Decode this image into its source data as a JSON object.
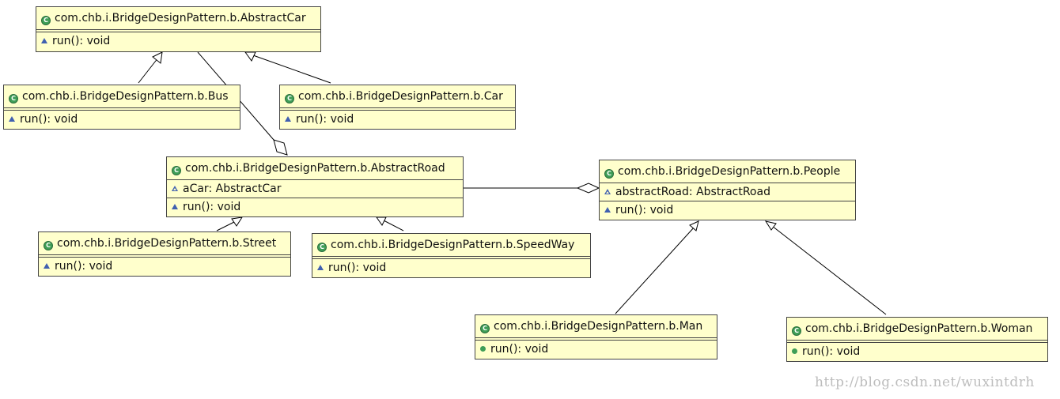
{
  "classes": {
    "abstract_car": {
      "name": "com.chb.i.BridgeDesignPattern.b.AbstractCar",
      "methods": [
        "run(): void"
      ]
    },
    "bus": {
      "name": "com.chb.i.BridgeDesignPattern.b.Bus",
      "methods": [
        "run(): void"
      ]
    },
    "car": {
      "name": "com.chb.i.BridgeDesignPattern.b.Car",
      "methods": [
        "run(): void"
      ]
    },
    "abstract_road": {
      "name": "com.chb.i.BridgeDesignPattern.b.AbstractRoad",
      "attributes": [
        "aCar: AbstractCar"
      ],
      "methods": [
        "run(): void"
      ]
    },
    "people": {
      "name": "com.chb.i.BridgeDesignPattern.b.People",
      "attributes": [
        "abstractRoad: AbstractRoad"
      ],
      "methods": [
        "run(): void"
      ]
    },
    "street": {
      "name": "com.chb.i.BridgeDesignPattern.b.Street",
      "methods": [
        "run(): void"
      ]
    },
    "speedway": {
      "name": "com.chb.i.BridgeDesignPattern.b.SpeedWay",
      "methods": [
        "run(): void"
      ]
    },
    "man": {
      "name": "com.chb.i.BridgeDesignPattern.b.Man",
      "methods": [
        "run(): void"
      ]
    },
    "woman": {
      "name": "com.chb.i.BridgeDesignPattern.b.Woman",
      "methods": [
        "run(): void"
      ]
    }
  },
  "icons": {
    "class": "class-c-icon",
    "method_package": "triangle-icon",
    "field_package": "hollow-triangle-icon",
    "method_public": "dot-icon"
  },
  "colors": {
    "box_fill": "#ffffcc",
    "class_icon": "#3f9e57",
    "member_icon": "#4060b0"
  },
  "watermark": "http://blog.csdn.net/wuxintdrh"
}
